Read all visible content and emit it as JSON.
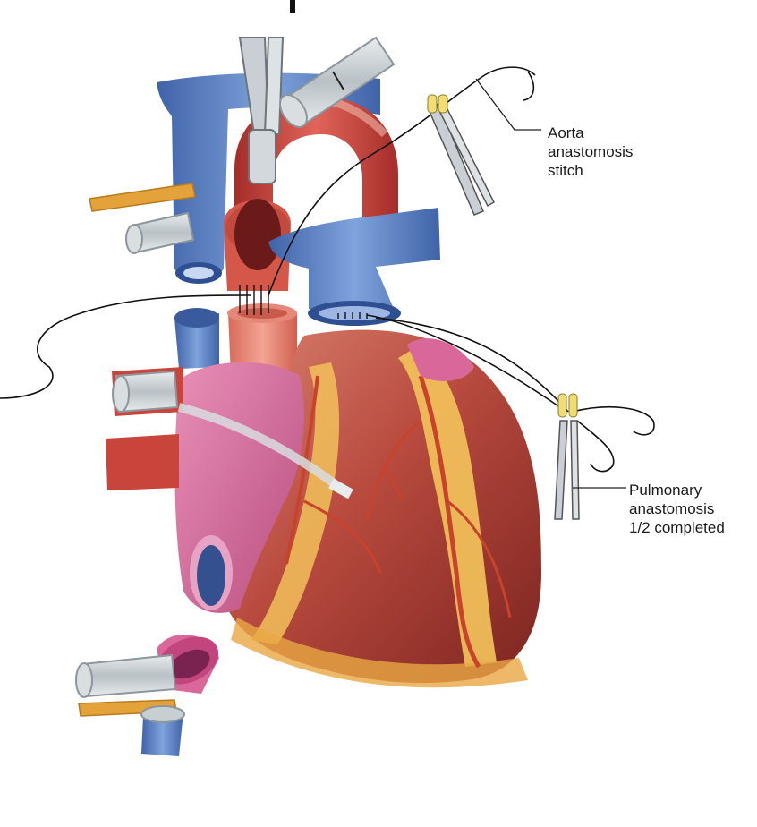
{
  "labels": {
    "aorta": [
      "Aorta",
      "anastomosis",
      "stitch"
    ],
    "pulmonary": [
      "Pulmonary",
      "anastomosis",
      "1/2 completed"
    ]
  },
  "colors": {
    "vein_blue": "#5f86c8",
    "aorta_red": "#c9443b",
    "heart_muscle": "#a8362f",
    "fat_yellow": "#f2c15a",
    "atrium_pink": "#d9679a",
    "cannula_gray": "#c8cfd3",
    "tube_orange": "#e3a33a"
  }
}
